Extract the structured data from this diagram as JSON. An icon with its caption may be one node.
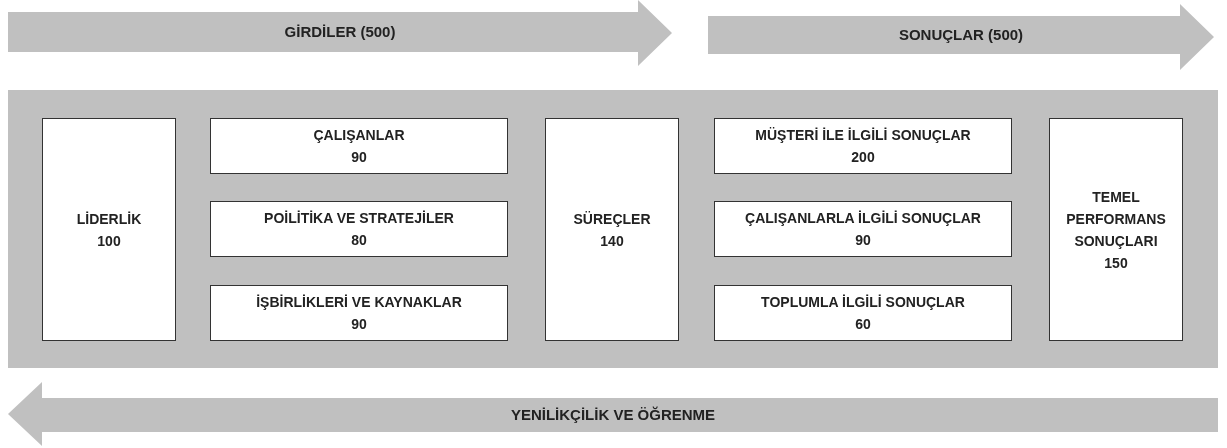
{
  "diagram": {
    "nodes": [
      {
        "text": [
          "GİRDİLER (500)"
        ]
      },
      {
        "text": [
          "SONUÇLAR (500)"
        ]
      },
      {
        "text": [],
        "shape": "band"
      },
      {
        "text": [
          "LİDERLİK",
          "100"
        ],
        "in": 2
      },
      {
        "text": [
          "ÇALIŞANLAR",
          "90"
        ],
        "in": 2
      },
      {
        "text": [
          "POİLİTİKA VE STRATEJİLER",
          "80"
        ],
        "in": 2
      },
      {
        "text": [
          "İŞBİRLİKLERİ VE KAYNAKLAR",
          "90"
        ],
        "in": 2
      },
      {
        "text": [
          "SÜREÇLER",
          "140"
        ],
        "in": 2
      },
      {
        "text": [
          "MÜŞTERİ İLE İLGİLİ SONUÇLAR",
          "200"
        ],
        "in": 2
      },
      {
        "text": [
          "ÇALIŞANLARLA İLGİLİ SONUÇLAR",
          "90"
        ],
        "in": 2
      },
      {
        "text": [
          "TOPLUMLA İLGİLİ SONUÇLAR",
          "60"
        ],
        "in": 2
      },
      {
        "text": [
          "TEMEL PERFORMANS SONUÇLARI",
          "150"
        ],
        "in": 2
      },
      {
        "text": [
          "YENİLİKÇİLİK VE ÖĞRENME"
        ]
      }
    ],
    "edges": []
  }
}
